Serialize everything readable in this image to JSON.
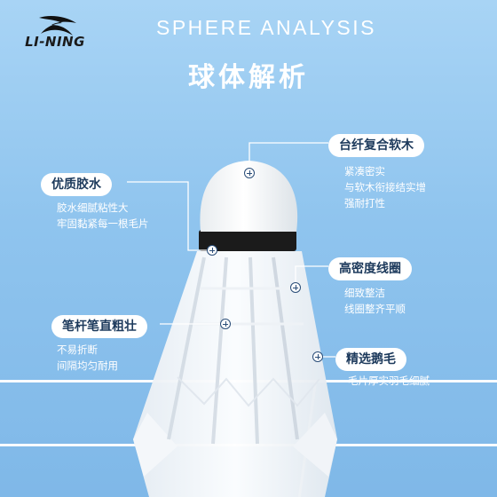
{
  "brand": {
    "logo_text": "LI-NING"
  },
  "header": {
    "title_en": "SPHERE ANALYSIS",
    "title_cn": "球体解析"
  },
  "colors": {
    "background": "#8fc4ee",
    "tag_bg": "#ffffff",
    "tag_text": "#1d3a5c",
    "accent_line": "#ffffff"
  },
  "features": [
    {
      "label": "台纤复合软木",
      "lines": [
        "紧凑密实",
        "与软木衔接结实增",
        "强耐打性"
      ]
    },
    {
      "label": "优质胶水",
      "lines": [
        "胶水细腻粘性大",
        "牢固黏紧每一根毛片"
      ]
    },
    {
      "label": "高密度线圈",
      "lines": [
        "细致整洁",
        "线圈整齐平顺"
      ]
    },
    {
      "label": "笔杆笔直粗壮",
      "lines": [
        "不易折断",
        "间隔均匀耐用"
      ]
    },
    {
      "label": "精选鹅毛",
      "lines": [
        "毛片厚实羽毛细腻"
      ]
    }
  ]
}
